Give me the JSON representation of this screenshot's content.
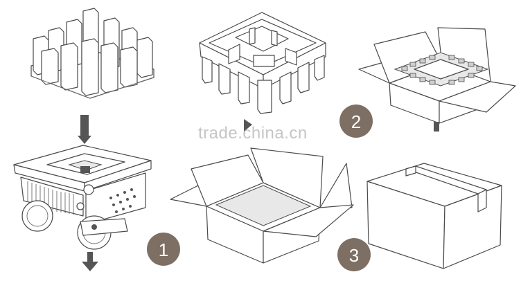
{
  "steps": [
    {
      "number": "1"
    },
    {
      "number": "2"
    },
    {
      "number": "3"
    }
  ],
  "watermark": {
    "text": "trade.china.cn"
  },
  "colors": {
    "badge": "#7d6f63",
    "line": "#4a4a4a",
    "arrow": "#555555"
  }
}
